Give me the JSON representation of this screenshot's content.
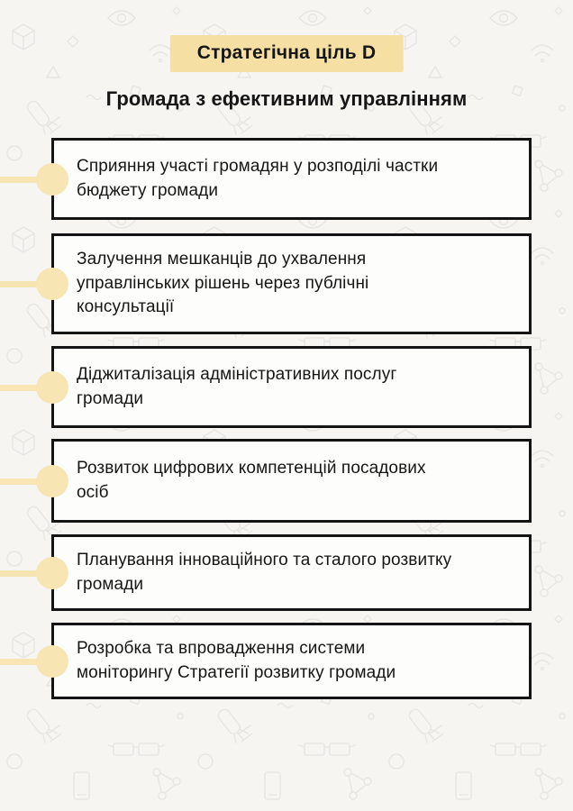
{
  "colors": {
    "page_background": "#f6f5f2",
    "accent_yellow_badge": "#f6dfa2",
    "bullet_yellow": "#f8e5b4",
    "box_border": "#141414",
    "box_background": "#fdfdfc",
    "text": "#161616",
    "doodle_stroke": "#e8e6e3"
  },
  "header": {
    "badge": "Стратегічна ціль D",
    "title": "Громада з ефективним управлінням"
  },
  "goals": [
    {
      "text": "Сприяння участі громадян у розподілі частки\nбюджету громади"
    },
    {
      "text": "Залучення мешканців до ухвалення\nуправлінських рішень через публічні\nконсультації"
    },
    {
      "text": "Діджиталізація адміністративних послуг\nгромади"
    },
    {
      "text": "Розвиток цифрових компетенцій посадових\nосіб"
    },
    {
      "text": "Планування інноваційного та сталого розвитку\nгромади"
    },
    {
      "text": "Розробка та впровадження системи\nмоніторингу Стратегії розвитку громади"
    }
  ],
  "background_doodles": [
    "cube-icon",
    "eye-icon",
    "rocket-icon",
    "3d-glasses-icon",
    "wifi-icon",
    "molecule-icon",
    "smartphone-icon",
    "circle-icon",
    "diamond-icon",
    "triangle-icon",
    "squiggle-icon"
  ]
}
